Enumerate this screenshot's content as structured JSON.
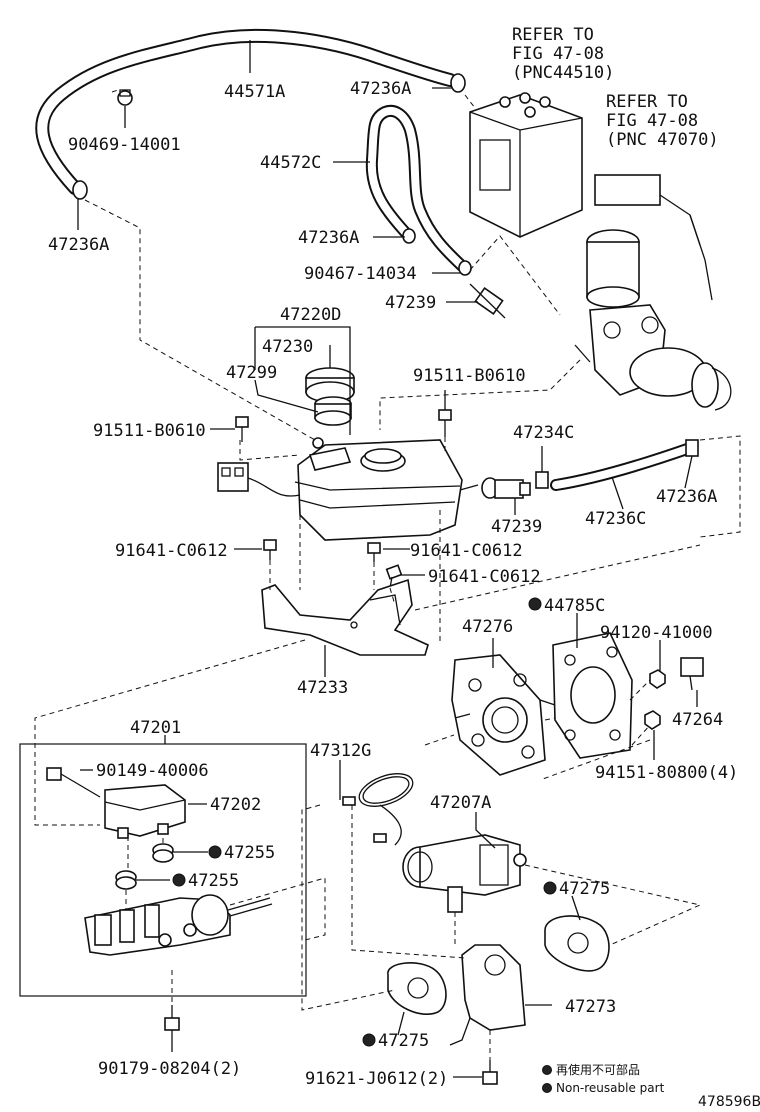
{
  "refers": [
    {
      "line1": "REFER TO",
      "line2": "FIG 47-08",
      "line3": "(PNC44510)"
    },
    {
      "line1": "REFER TO",
      "line2": "FIG 47-08",
      "line3": "(PNC 47070)"
    }
  ],
  "labels": {
    "l44571A": "44571A",
    "l47236A_top": "47236A",
    "l90469": "90469-14001",
    "l47236A_left": "47236A",
    "l44572C": "44572C",
    "l47236A_mid": "47236A",
    "l90467": "90467-14034",
    "l47239_top": "47239",
    "l47220D": "47220D",
    "l47230": "47230",
    "l47299": "47299",
    "l91511_right": "91511-B0610",
    "l91511_left": "91511-B0610",
    "l47234C": "47234C",
    "l47236A_right": "47236A",
    "l47239_bot": "47239",
    "l47236C": "47236C",
    "l91641_a": "91641-C0612",
    "l91641_b": "91641-C0612",
    "l91641_c": "91641-C0612",
    "l44785C": "44785C",
    "l47276": "47276",
    "l94120": "94120-41000",
    "l47233": "47233",
    "l47264": "47264",
    "l94151": "94151-80800(4)",
    "l47201": "47201",
    "l47312G": "47312G",
    "l90149": "90149-40006",
    "l47202": "47202",
    "l47207A": "47207A",
    "l47255_a": "47255",
    "l47255_b": "47255",
    "l47275_a": "47275",
    "l47273": "47273",
    "l47275_b": "47275",
    "l90179": "90179-08204(2)",
    "l91621": "91621-J0612(2)"
  },
  "legend": {
    "jp": "再使用不可部品",
    "en": "Non-reusable part"
  },
  "figure_id": "478596B"
}
